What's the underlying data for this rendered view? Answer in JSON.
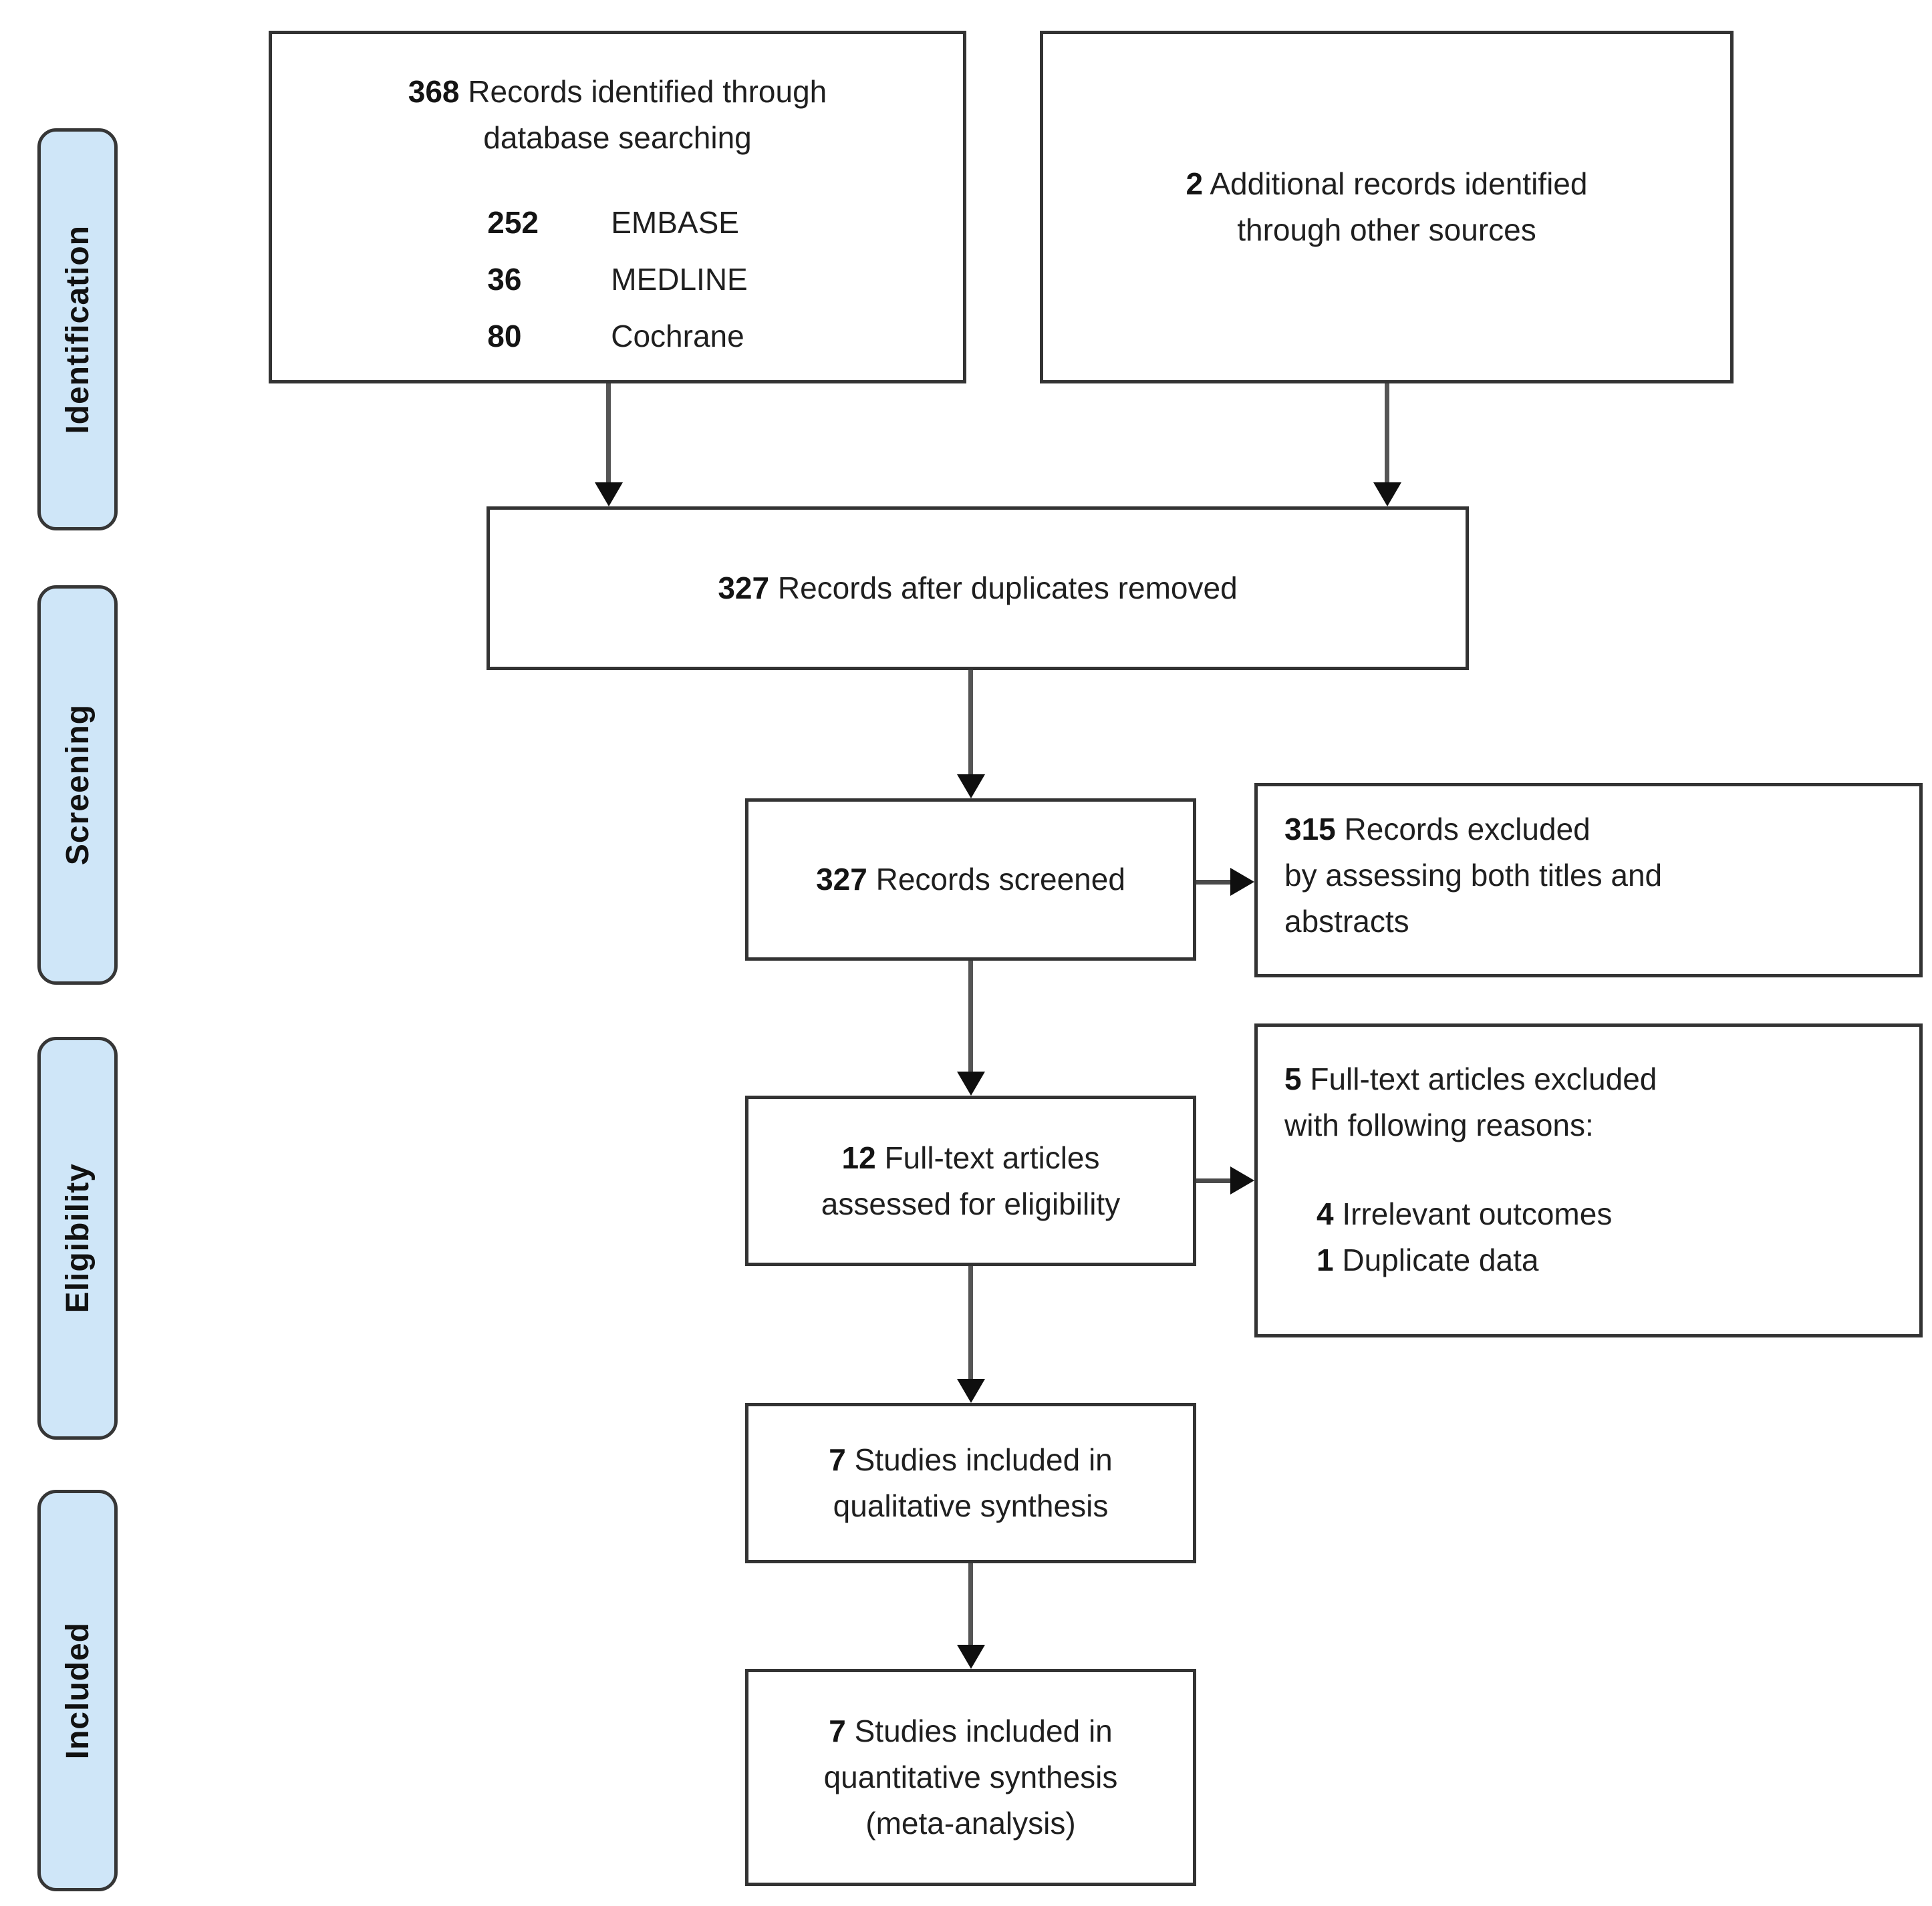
{
  "figure": {
    "colors": {
      "stage_fill": "#cfe6f8",
      "box_border": "#333333",
      "arrow": "#4a4a4a",
      "text": "#1f1f1f"
    },
    "stages": [
      {
        "label": "Identification"
      },
      {
        "label": "Screening"
      },
      {
        "label": "Eligibility"
      },
      {
        "label": "Included"
      }
    ],
    "boxes": {
      "database_search": {
        "count": "368",
        "lines": [
          "Records identified through",
          "database searching"
        ],
        "sources": [
          {
            "count": "252",
            "name": "EMBASE"
          },
          {
            "count": "36",
            "name": "MEDLINE"
          },
          {
            "count": "80",
            "name": "Cochrane"
          }
        ]
      },
      "other_sources": {
        "count": "2",
        "lines": [
          "Additional records identified",
          "through other sources"
        ]
      },
      "after_duplicates": {
        "count": "327",
        "lines": [
          "Records after duplicates removed"
        ]
      },
      "screened": {
        "count": "327",
        "lines": [
          "Records screened"
        ]
      },
      "excluded_screening": {
        "count": "315",
        "lines": [
          "Records excluded",
          "by assessing both titles and",
          "abstracts"
        ]
      },
      "fulltext_assessed": {
        "count": "12",
        "lines": [
          "Full-text articles",
          "assessed for eligibility"
        ]
      },
      "fulltext_excluded": {
        "count": "5",
        "lines": [
          "Full-text articles excluded",
          "with following reasons:"
        ],
        "reasons": [
          {
            "count": "4",
            "text": "Irrelevant outcomes"
          },
          {
            "count": "1",
            "text": "Duplicate data"
          }
        ]
      },
      "qualitative_synthesis": {
        "count": "7",
        "lines": [
          "Studies included in",
          "qualitative synthesis"
        ]
      },
      "quantitative_synthesis": {
        "count": "7",
        "lines": [
          "Studies included in",
          "quantitative synthesis",
          "(meta-analysis)"
        ]
      }
    }
  }
}
